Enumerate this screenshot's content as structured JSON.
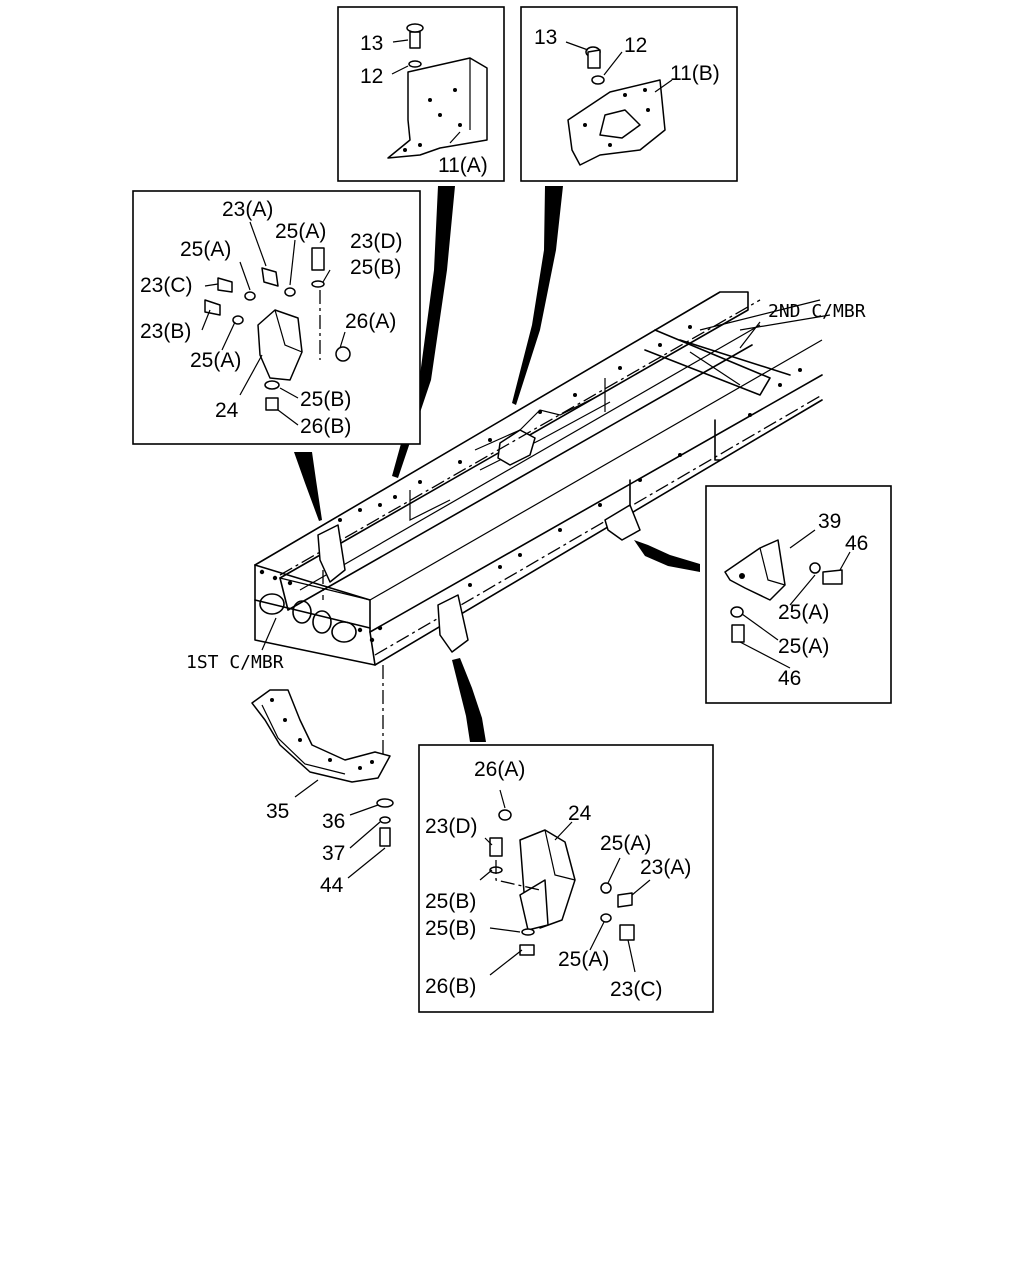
{
  "insets": {
    "top_left": {
      "labels": [
        "13",
        "12",
        "11(A)"
      ]
    },
    "top_right": {
      "labels": [
        "13",
        "12",
        "11(B)"
      ]
    },
    "left": {
      "labels": [
        "23(A)",
        "25(A)",
        "25(A)",
        "23(D)",
        "25(B)",
        "23(C)",
        "26(A)",
        "23(B)",
        "25(A)",
        "24",
        "25(B)",
        "26(B)"
      ]
    },
    "right": {
      "labels": [
        "39",
        "46",
        "25(A)",
        "25(A)",
        "46"
      ]
    },
    "bottom": {
      "labels": [
        "26(A)",
        "24",
        "23(D)",
        "25(A)",
        "23(A)",
        "25(B)",
        "25(B)",
        "25(A)",
        "26(B)",
        "23(C)"
      ]
    }
  },
  "frame": {
    "labels": [
      "2ND C/MBR",
      "1ST C/MBR"
    ]
  },
  "lower_bracket": {
    "labels": [
      "35",
      "36",
      "37",
      "44"
    ]
  }
}
